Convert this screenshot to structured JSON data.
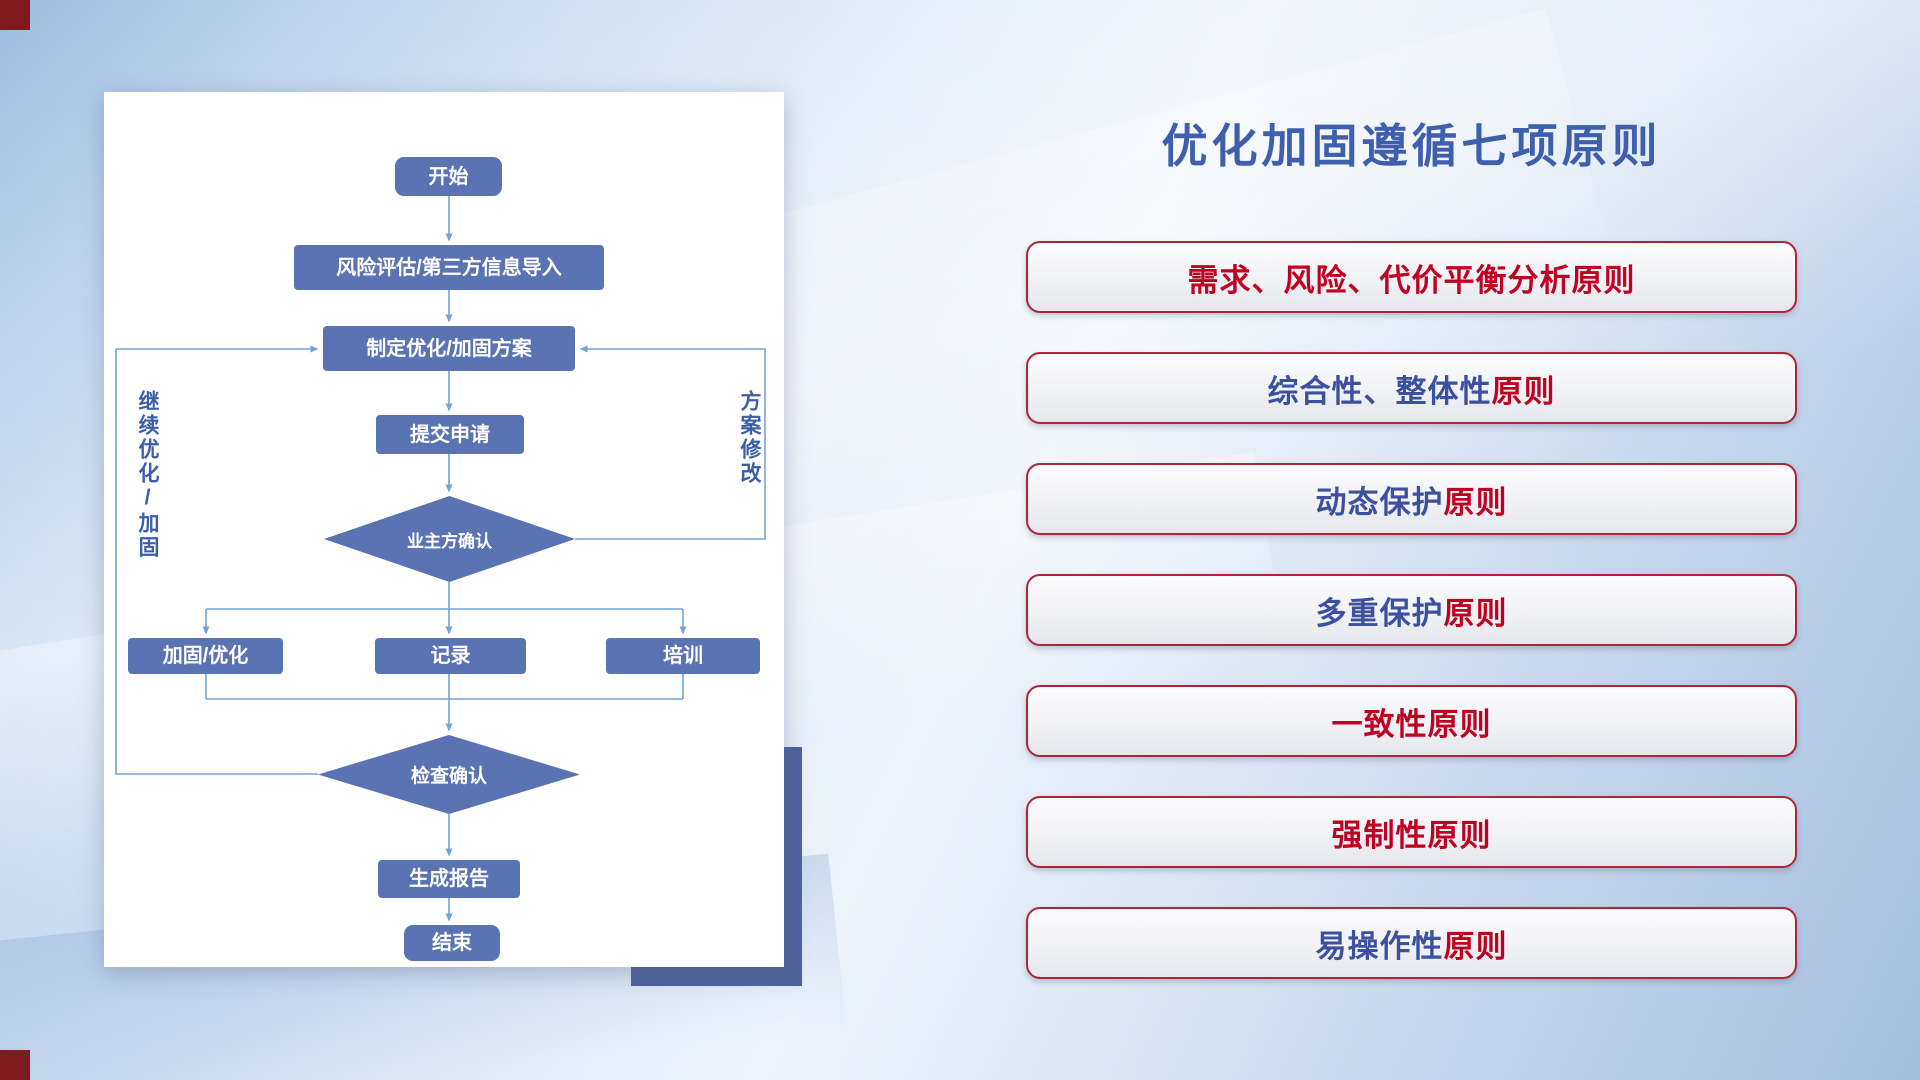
{
  "slide": {
    "title": "优化加固遵循七项原则",
    "title_color": "#3D5FAD",
    "accent_red": "#B02437"
  },
  "flowchart": {
    "node_fill": "#5A73B2",
    "connector_color": "#74A3D6",
    "nodes": {
      "start": "开始",
      "risk_import": "风险评估/第三方信息导入",
      "make_plan": "制定优化/加固方案",
      "submit_request": "提交申请",
      "owner_confirm": "业主方确认",
      "harden_optimize": "加固/优化",
      "record": "记录",
      "training": "培训",
      "check_confirm": "检查确认",
      "generate_report": "生成报告",
      "end": "结束"
    },
    "loop_labels": {
      "left": "继续优化/加固",
      "right": "方案修改"
    },
    "edges": [
      {
        "from": "开始",
        "to": "风险评估/第三方信息导入"
      },
      {
        "from": "风险评估/第三方信息导入",
        "to": "制定优化/加固方案"
      },
      {
        "from": "制定优化/加固方案",
        "to": "提交申请"
      },
      {
        "from": "提交申请",
        "to": "业主方确认"
      },
      {
        "from": "业主方确认",
        "to": "加固/优化"
      },
      {
        "from": "业主方确认",
        "to": "记录"
      },
      {
        "from": "业主方确认",
        "to": "培训"
      },
      {
        "from": "业主方确认",
        "to": "制定优化/加固方案",
        "label": "方案修改"
      },
      {
        "from": "加固/优化",
        "to": "检查确认"
      },
      {
        "from": "记录",
        "to": "检查确认"
      },
      {
        "from": "培训",
        "to": "检查确认"
      },
      {
        "from": "检查确认",
        "to": "制定优化/加固方案",
        "label": "继续优化/加固"
      },
      {
        "from": "检查确认",
        "to": "生成报告"
      },
      {
        "from": "生成报告",
        "to": "结束"
      }
    ]
  },
  "principles": {
    "items": [
      {
        "lead": "需求、风险、代价平衡分析",
        "tail": "原则",
        "lead_color": "#C00020",
        "tail_color": "#C00020"
      },
      {
        "lead": "综合性、整体性",
        "tail": "原则",
        "lead_color": "#3C50A2",
        "tail_color": "#C00020"
      },
      {
        "lead": "动态保护",
        "tail": "原则",
        "lead_color": "#3C50A2",
        "tail_color": "#C00020"
      },
      {
        "lead": "多重保护",
        "tail": "原则",
        "lead_color": "#3C50A2",
        "tail_color": "#C00020"
      },
      {
        "lead": "一致性",
        "tail": "原则",
        "lead_color": "#C00020",
        "tail_color": "#C00020"
      },
      {
        "lead": "强制性",
        "tail": "原则",
        "lead_color": "#C00020",
        "tail_color": "#C00020"
      },
      {
        "lead": "易操作性",
        "tail": "原则",
        "lead_color": "#3C50A2",
        "tail_color": "#C00020"
      }
    ]
  }
}
